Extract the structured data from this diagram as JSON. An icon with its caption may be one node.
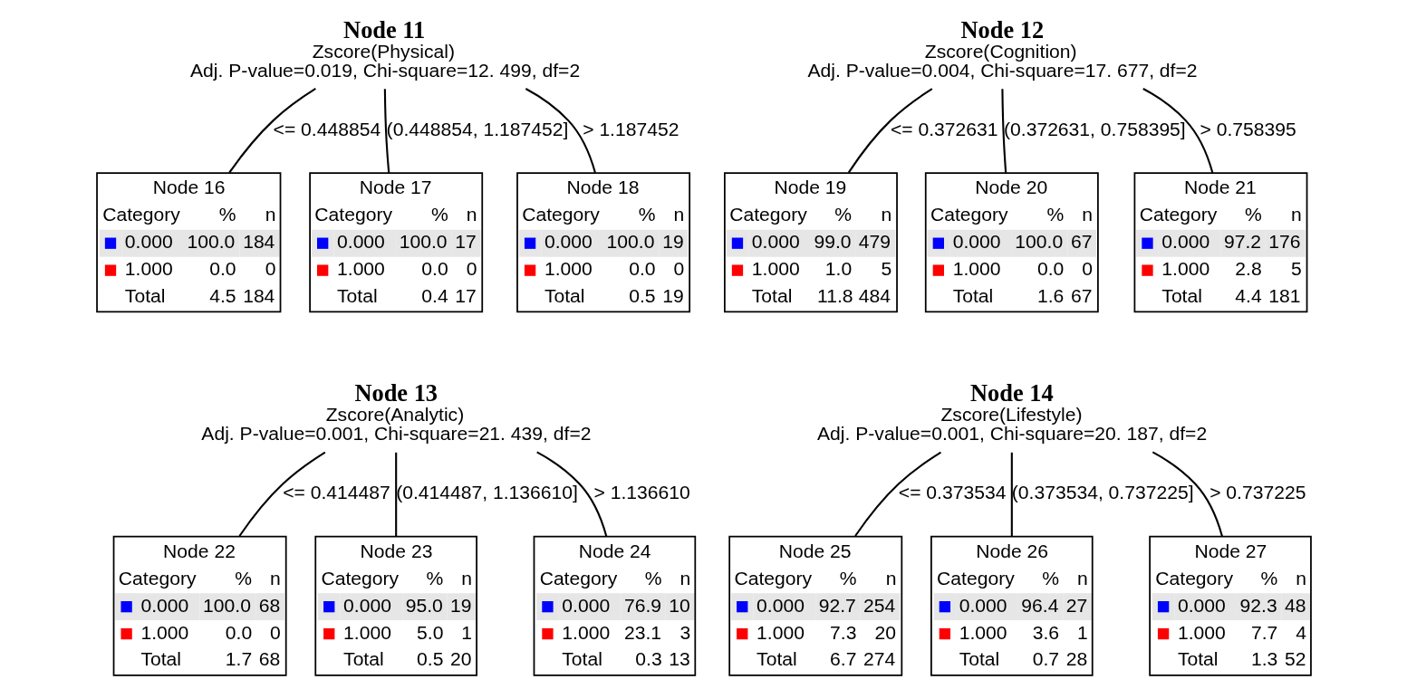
{
  "diagram": {
    "nodes": [
      {
        "text": [
          "Node 11",
          "Zscore(Physical)",
          "Adj. P-value=0.019, Chi-square=12. 499, df=2"
        ]
      },
      {
        "text": [
          "Node 16",
          "Category",
          "%",
          "n",
          "0.000",
          "100.0",
          "184",
          "1.000",
          "0.0",
          "0",
          "Total",
          "4.5",
          "184"
        ]
      },
      {
        "text": [
          "Node 17",
          "Category",
          "%",
          "n",
          "0.000",
          "100.0",
          "17",
          "1.000",
          "0.0",
          "0",
          "Total",
          "0.4",
          "17"
        ]
      },
      {
        "text": [
          "Node 18",
          "Category",
          "%",
          "n",
          "0.000",
          "100.0",
          "19",
          "1.000",
          "0.0",
          "0",
          "Total",
          "0.5",
          "19"
        ]
      },
      {
        "text": [
          "Node 12",
          "Zscore(Cognition)",
          "Adj. P-value=0.004, Chi-square=17. 677, df=2"
        ]
      },
      {
        "text": [
          "Node 19",
          "Category",
          "%",
          "n",
          "0.000",
          "99.0",
          "479",
          "1.000",
          "1.0",
          "5",
          "Total",
          "11.8",
          "484"
        ]
      },
      {
        "text": [
          "Node 20",
          "Category",
          "%",
          "n",
          "0.000",
          "100.0",
          "67",
          "1.000",
          "0.0",
          "0",
          "Total",
          "1.6",
          "67"
        ]
      },
      {
        "text": [
          "Node 21",
          "Category",
          "%",
          "n",
          "0.000",
          "97.2",
          "176",
          "1.000",
          "2.8",
          "5",
          "Total",
          "4.4",
          "181"
        ]
      },
      {
        "text": [
          "Node 13",
          "Zscore(Analytic)",
          "Adj. P-value=0.001, Chi-square=21. 439, df=2"
        ]
      },
      {
        "text": [
          "Node 22",
          "Category",
          "%",
          "n",
          "0.000",
          "100.0",
          "68",
          "1.000",
          "0.0",
          "0",
          "Total",
          "1.7",
          "68"
        ]
      },
      {
        "text": [
          "Node 23",
          "Category",
          "%",
          "n",
          "0.000",
          "95.0",
          "19",
          "1.000",
          "5.0",
          "1",
          "Total",
          "0.5",
          "20"
        ]
      },
      {
        "text": [
          "Node 24",
          "Category",
          "%",
          "n",
          "0.000",
          "76.9",
          "10",
          "1.000",
          "23.1",
          "3",
          "Total",
          "0.3",
          "13"
        ]
      },
      {
        "text": [
          "Node 14",
          "Zscore(Lifestyle)",
          "Adj. P-value=0.001, Chi-square=20. 187, df=2"
        ]
      },
      {
        "text": [
          "Node 25",
          "Category",
          "%",
          "n",
          "0.000",
          "92.7",
          "254",
          "1.000",
          "7.3",
          "20",
          "Total",
          "6.7",
          "274"
        ]
      },
      {
        "text": [
          "Node 26",
          "Category",
          "%",
          "n",
          "0.000",
          "96.4",
          "27",
          "1.000",
          "3.6",
          "1",
          "Total",
          "0.7",
          "28"
        ]
      },
      {
        "text": [
          "Node 27",
          "Category",
          "%",
          "n",
          "0.000",
          "92.3",
          "48",
          "1.000",
          "7.7",
          "4",
          "Total",
          "1.3",
          "52"
        ]
      }
    ],
    "edges": [
      {
        "from": 0,
        "to": 1,
        "arrow": "none",
        "label": "<= 0.448854"
      },
      {
        "from": 0,
        "to": 2,
        "arrow": "none",
        "label": "(0.448854, 1.187452]"
      },
      {
        "from": 0,
        "to": 3,
        "arrow": "none",
        "label": "> 1.187452"
      },
      {
        "from": 4,
        "to": 5,
        "arrow": "none",
        "label": "<= 0.372631"
      },
      {
        "from": 4,
        "to": 6,
        "arrow": "none",
        "label": "(0.372631, 0.758395]"
      },
      {
        "from": 4,
        "to": 7,
        "arrow": "none",
        "label": "> 0.758395"
      },
      {
        "from": 8,
        "to": 9,
        "arrow": "none",
        "label": "<= 0.414487"
      },
      {
        "from": 8,
        "to": 10,
        "arrow": "none",
        "label": "(0.414487, 1.136610]"
      },
      {
        "from": 8,
        "to": 11,
        "arrow": "none",
        "label": "> 1.136610"
      },
      {
        "from": 12,
        "to": 13,
        "arrow": "none",
        "label": "<= 0.373534"
      },
      {
        "from": 12,
        "to": 14,
        "arrow": "none",
        "label": "(0.373534, 0.737225]"
      },
      {
        "from": 12,
        "to": 15,
        "arrow": "none",
        "label": "> 0.737225"
      }
    ]
  }
}
